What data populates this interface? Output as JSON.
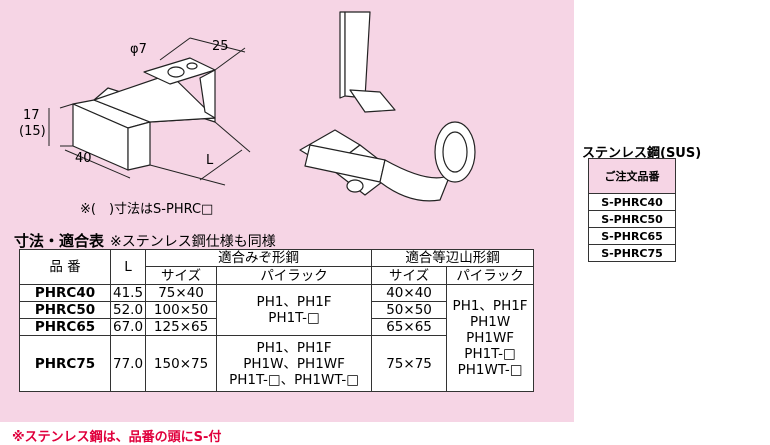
{
  "drawing": {
    "dim_phi": "φ7",
    "dim_25": "25",
    "dim_17": "17",
    "dim_15": "(15)",
    "dim_40": "40",
    "dim_L": "L"
  },
  "note": "※(　)寸法はS-PHRC□",
  "section": {
    "title": "寸法・適合表",
    "subtitle": "※ステンレス鋼仕様も同様"
  },
  "table": {
    "h_hinban": "品 番",
    "h_L": "L",
    "h_group1": "適合みぞ形鋼",
    "h_group2": "適合等辺山形鋼",
    "h_size": "サイズ",
    "h_pipe": "パイラック",
    "rows": [
      {
        "hinban": "PHRC40",
        "L": "41.5",
        "size1": "75×40",
        "size2": "40×40"
      },
      {
        "hinban": "PHRC50",
        "L": "52.0",
        "size1": "100×50",
        "size2": "50×50"
      },
      {
        "hinban": "PHRC65",
        "L": "67.0",
        "size1": "125×65",
        "size2": "65×65"
      },
      {
        "hinban": "PHRC75",
        "L": "77.0",
        "size1": "150×75",
        "size2": "75×75"
      }
    ],
    "pipe1_a": [
      "PH1、PH1F",
      "PH1T-□"
    ],
    "pipe1_b": [
      "PH1、PH1F",
      "PH1W、PH1WF",
      "PH1T-□、PH1WT-□"
    ],
    "pipe2": [
      "PH1、PH1F",
      "PH1W",
      "PH1WF",
      "PH1T-□",
      "PH1WT-□"
    ]
  },
  "footnote": "※ステンレス鋼は、品番の頭にS-付",
  "sus": {
    "title": "ステンレス鋼(SUS)",
    "header": "ご注文品番",
    "items": [
      "S-PHRC40",
      "S-PHRC50",
      "S-PHRC65",
      "S-PHRC75"
    ]
  }
}
